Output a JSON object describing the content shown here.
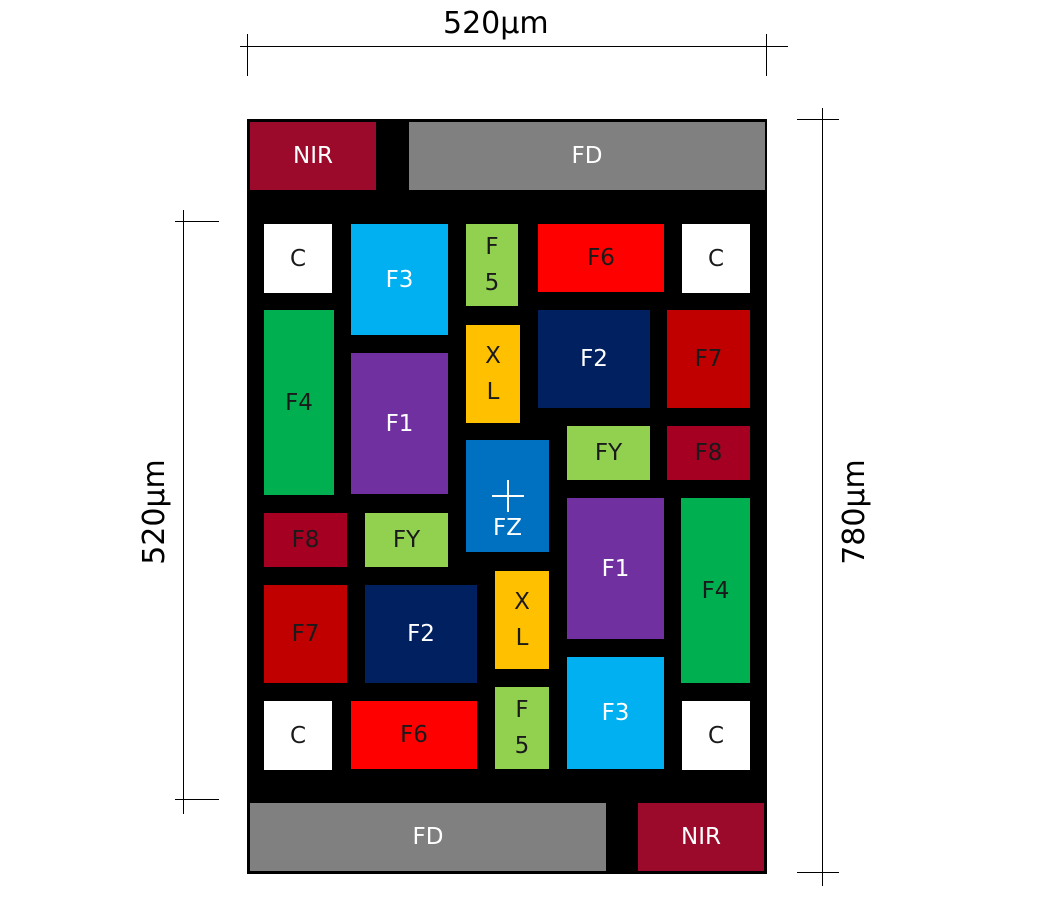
{
  "dimensions": {
    "top_width": "520µm",
    "left_height": "520µm",
    "right_height": "780µm"
  },
  "colors": {
    "NIR": "#9b0a2a",
    "FD": "#808080",
    "C": "#ffffff",
    "F1": "#7030a0",
    "F2": "#002060",
    "F3": "#00b0f0",
    "F4": "#00b050",
    "F5": "#92d050",
    "F6": "#ff0000",
    "F7": "#c00000",
    "F8": "#a50021",
    "FY": "#92d050",
    "XL": "#ffc000",
    "FZ": "#0070c0"
  },
  "blocks": [
    {
      "label": "NIR"
    },
    {
      "label": "FD"
    },
    {
      "label": "C"
    },
    {
      "label": "F3"
    },
    {
      "label": "F\n5"
    },
    {
      "label": "F6"
    },
    {
      "label": "C"
    },
    {
      "label": "F4"
    },
    {
      "label": "X\nL"
    },
    {
      "label": "F2"
    },
    {
      "label": "F7"
    },
    {
      "label": "F1"
    },
    {
      "label": "FY"
    },
    {
      "label": "F8"
    },
    {
      "label": "FZ"
    },
    {
      "label": "F8"
    },
    {
      "label": "FY"
    },
    {
      "label": "F1"
    },
    {
      "label": "F4"
    },
    {
      "label": "F7"
    },
    {
      "label": "F2"
    },
    {
      "label": "X\nL"
    },
    {
      "label": "F3"
    },
    {
      "label": "C"
    },
    {
      "label": "F6"
    },
    {
      "label": "F\n5"
    },
    {
      "label": "C"
    },
    {
      "label": "FD"
    },
    {
      "label": "NIR"
    }
  ]
}
